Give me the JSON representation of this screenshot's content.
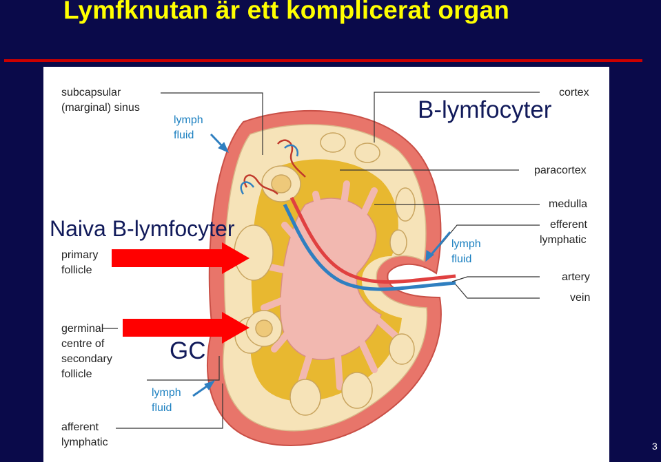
{
  "slide": {
    "title": "Lymfknutan är ett komplicerat organ",
    "page_number": "3"
  },
  "labels": {
    "subcapsular_sinus_1": "subcapsular",
    "subcapsular_sinus_2": "(marginal) sinus",
    "lymph_fluid_top_1": "lymph",
    "lymph_fluid_top_2": "fluid",
    "cortex": "cortex",
    "paracortex": "paracortex",
    "medulla": "medulla",
    "efferent_1": "efferent",
    "efferent_2": "lymphatic",
    "lymph_fluid_right_1": "lymph",
    "lymph_fluid_right_2": "fluid",
    "primary_follicle_1": "primary",
    "primary_follicle_2": "follicle",
    "artery": "artery",
    "vein": "vein",
    "germinal_1": "germinal",
    "germinal_2": "centre of",
    "germinal_3": "secondary",
    "germinal_4": "follicle",
    "lymph_fluid_bottom_1": "lymph",
    "lymph_fluid_bottom_2": "fluid",
    "afferent_1": "afferent",
    "afferent_2": "lymphatic"
  },
  "overlays": {
    "b_cells": "B-lymfocyter",
    "naive_b_cells": "Naiva B-lymfocyter",
    "gc": "GC"
  },
  "colors": {
    "background": "#0a0a4a",
    "title": "#ffff00",
    "rule": "#cc0000",
    "arrow": "#ff0000",
    "capsule": "#e8756a",
    "cortex_fill": "#f6e3b8",
    "paracortex_fill": "#e8b830",
    "medulla_fill": "#f2b8b0",
    "artery": "#e04040",
    "vein": "#2f7fc0"
  }
}
